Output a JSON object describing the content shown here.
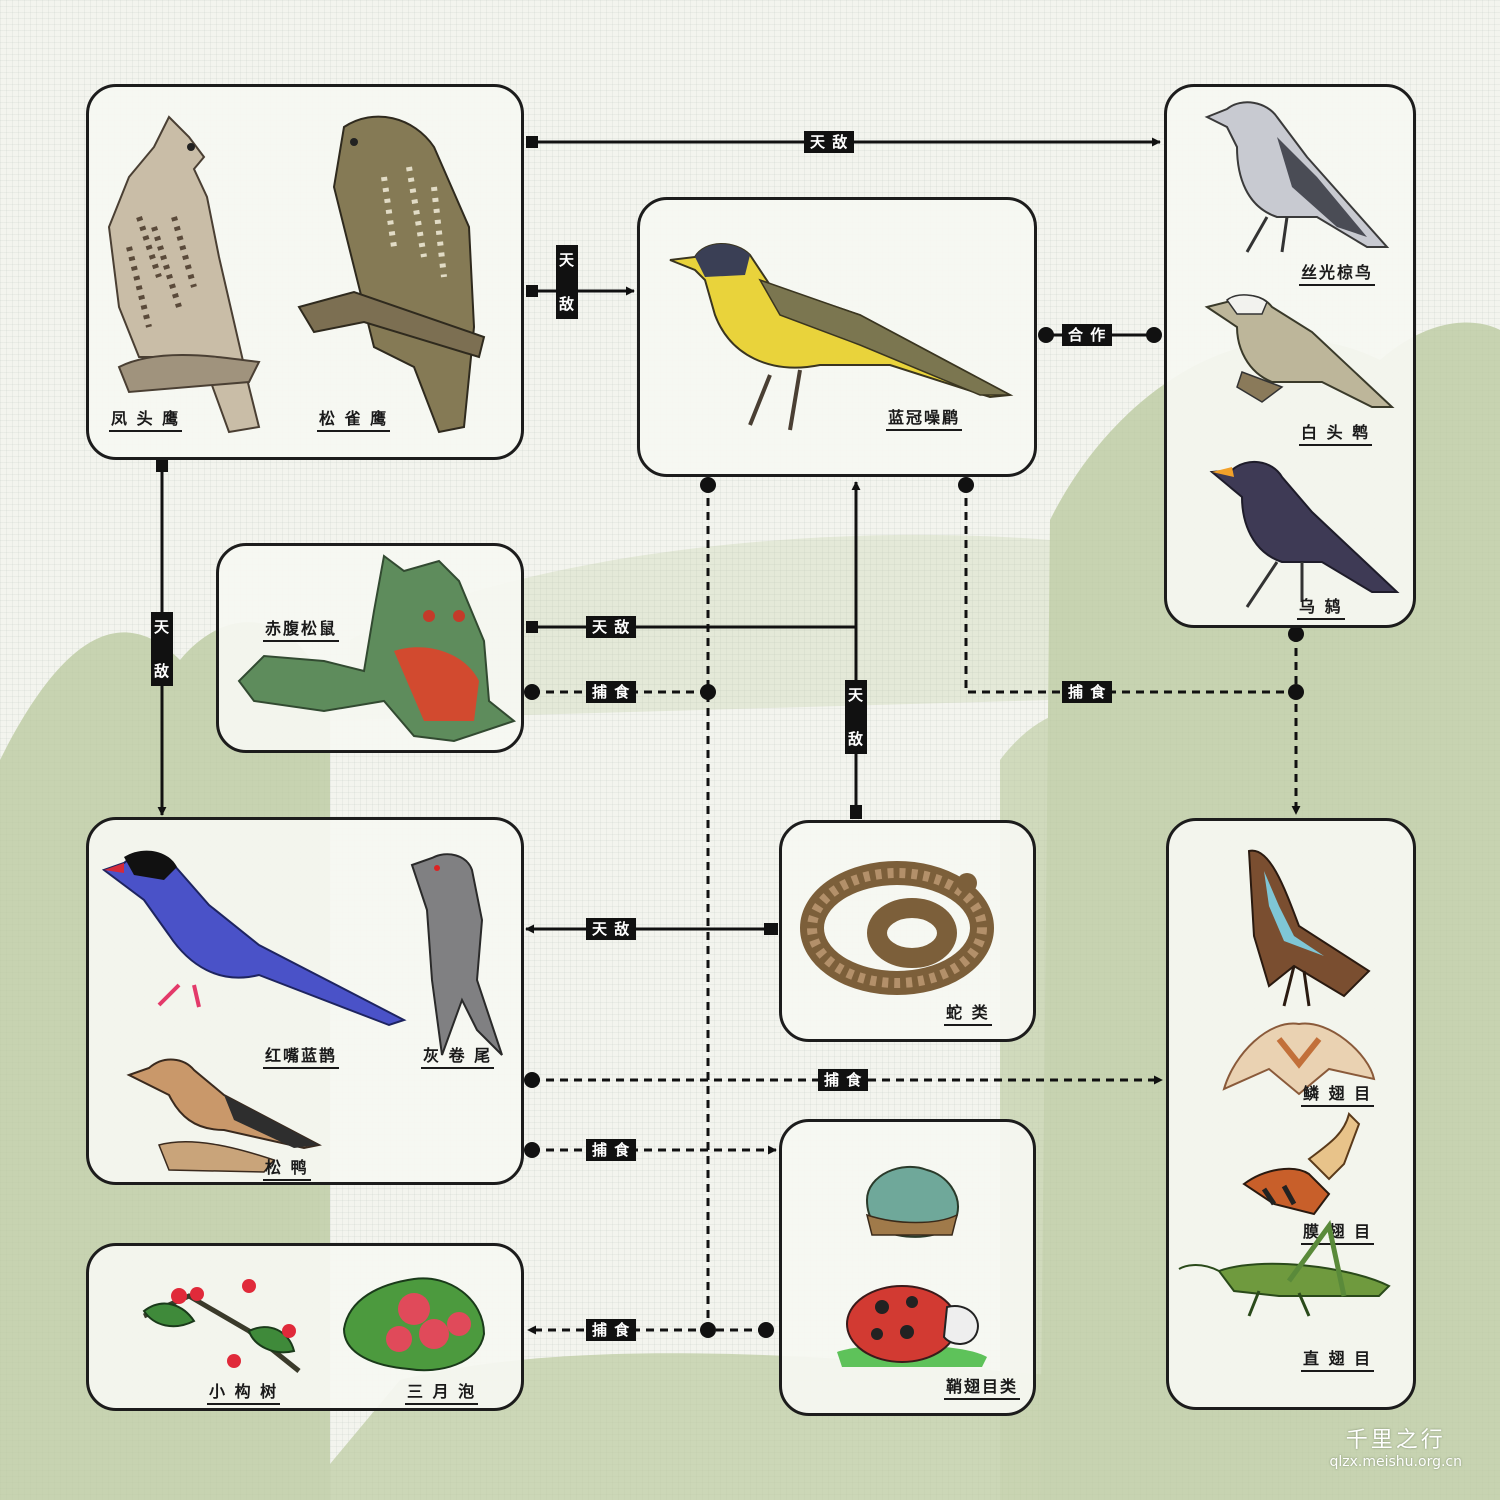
{
  "nodes": {
    "raptors": {
      "labels": [
        "凤 头 鹰",
        "松 雀 鹰"
      ]
    },
    "babbler": {
      "labels": [
        "蓝冠噪鹛"
      ]
    },
    "allies": {
      "labels": [
        "丝光椋鸟",
        "白 头 鹎",
        "乌        鸫"
      ]
    },
    "squirrel": {
      "labels": [
        "赤腹松鼠"
      ]
    },
    "corvids": {
      "labels": [
        "红嘴蓝鹊",
        "灰 卷 尾",
        "松        鸭"
      ]
    },
    "snake": {
      "labels": [
        "蛇    类"
      ]
    },
    "insects": {
      "labels": [
        "鳞    翅    目",
        "膜    翅    目",
        "直    翅    目"
      ]
    },
    "beetles": {
      "labels": [
        "鞘翅目类"
      ]
    },
    "plants": {
      "labels": [
        "小  构  树",
        "三  月  泡"
      ]
    }
  },
  "relations": {
    "enemy_h": "天    敌",
    "enemy_v": [
      "天",
      "敌"
    ],
    "prey": "捕    食",
    "coop": "合    作"
  },
  "watermark": {
    "logo": "千里之行",
    "url": "qlzx.meishu.org.cn"
  },
  "colors": {
    "line": "#111111",
    "tree": "#b9c89c",
    "box_border": "#1c1c1c"
  }
}
